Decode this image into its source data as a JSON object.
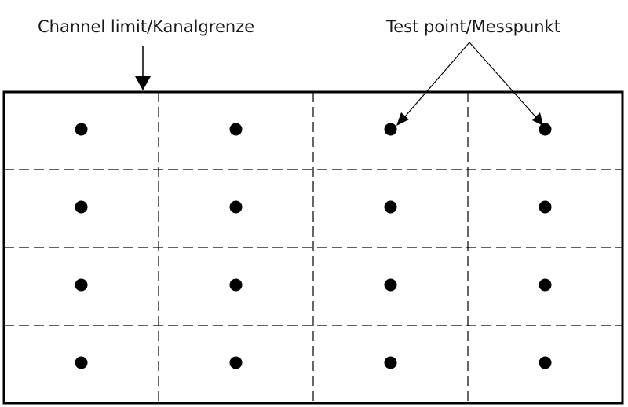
{
  "labels": {
    "channel_limit": "Channel limit/Kanalgrenze",
    "test_point": "Test point/Messpunkt"
  },
  "grid": {
    "rows": 4,
    "columns": 4
  },
  "colors": {
    "line": "#000000",
    "point": "#000000",
    "background": "#ffffff"
  }
}
